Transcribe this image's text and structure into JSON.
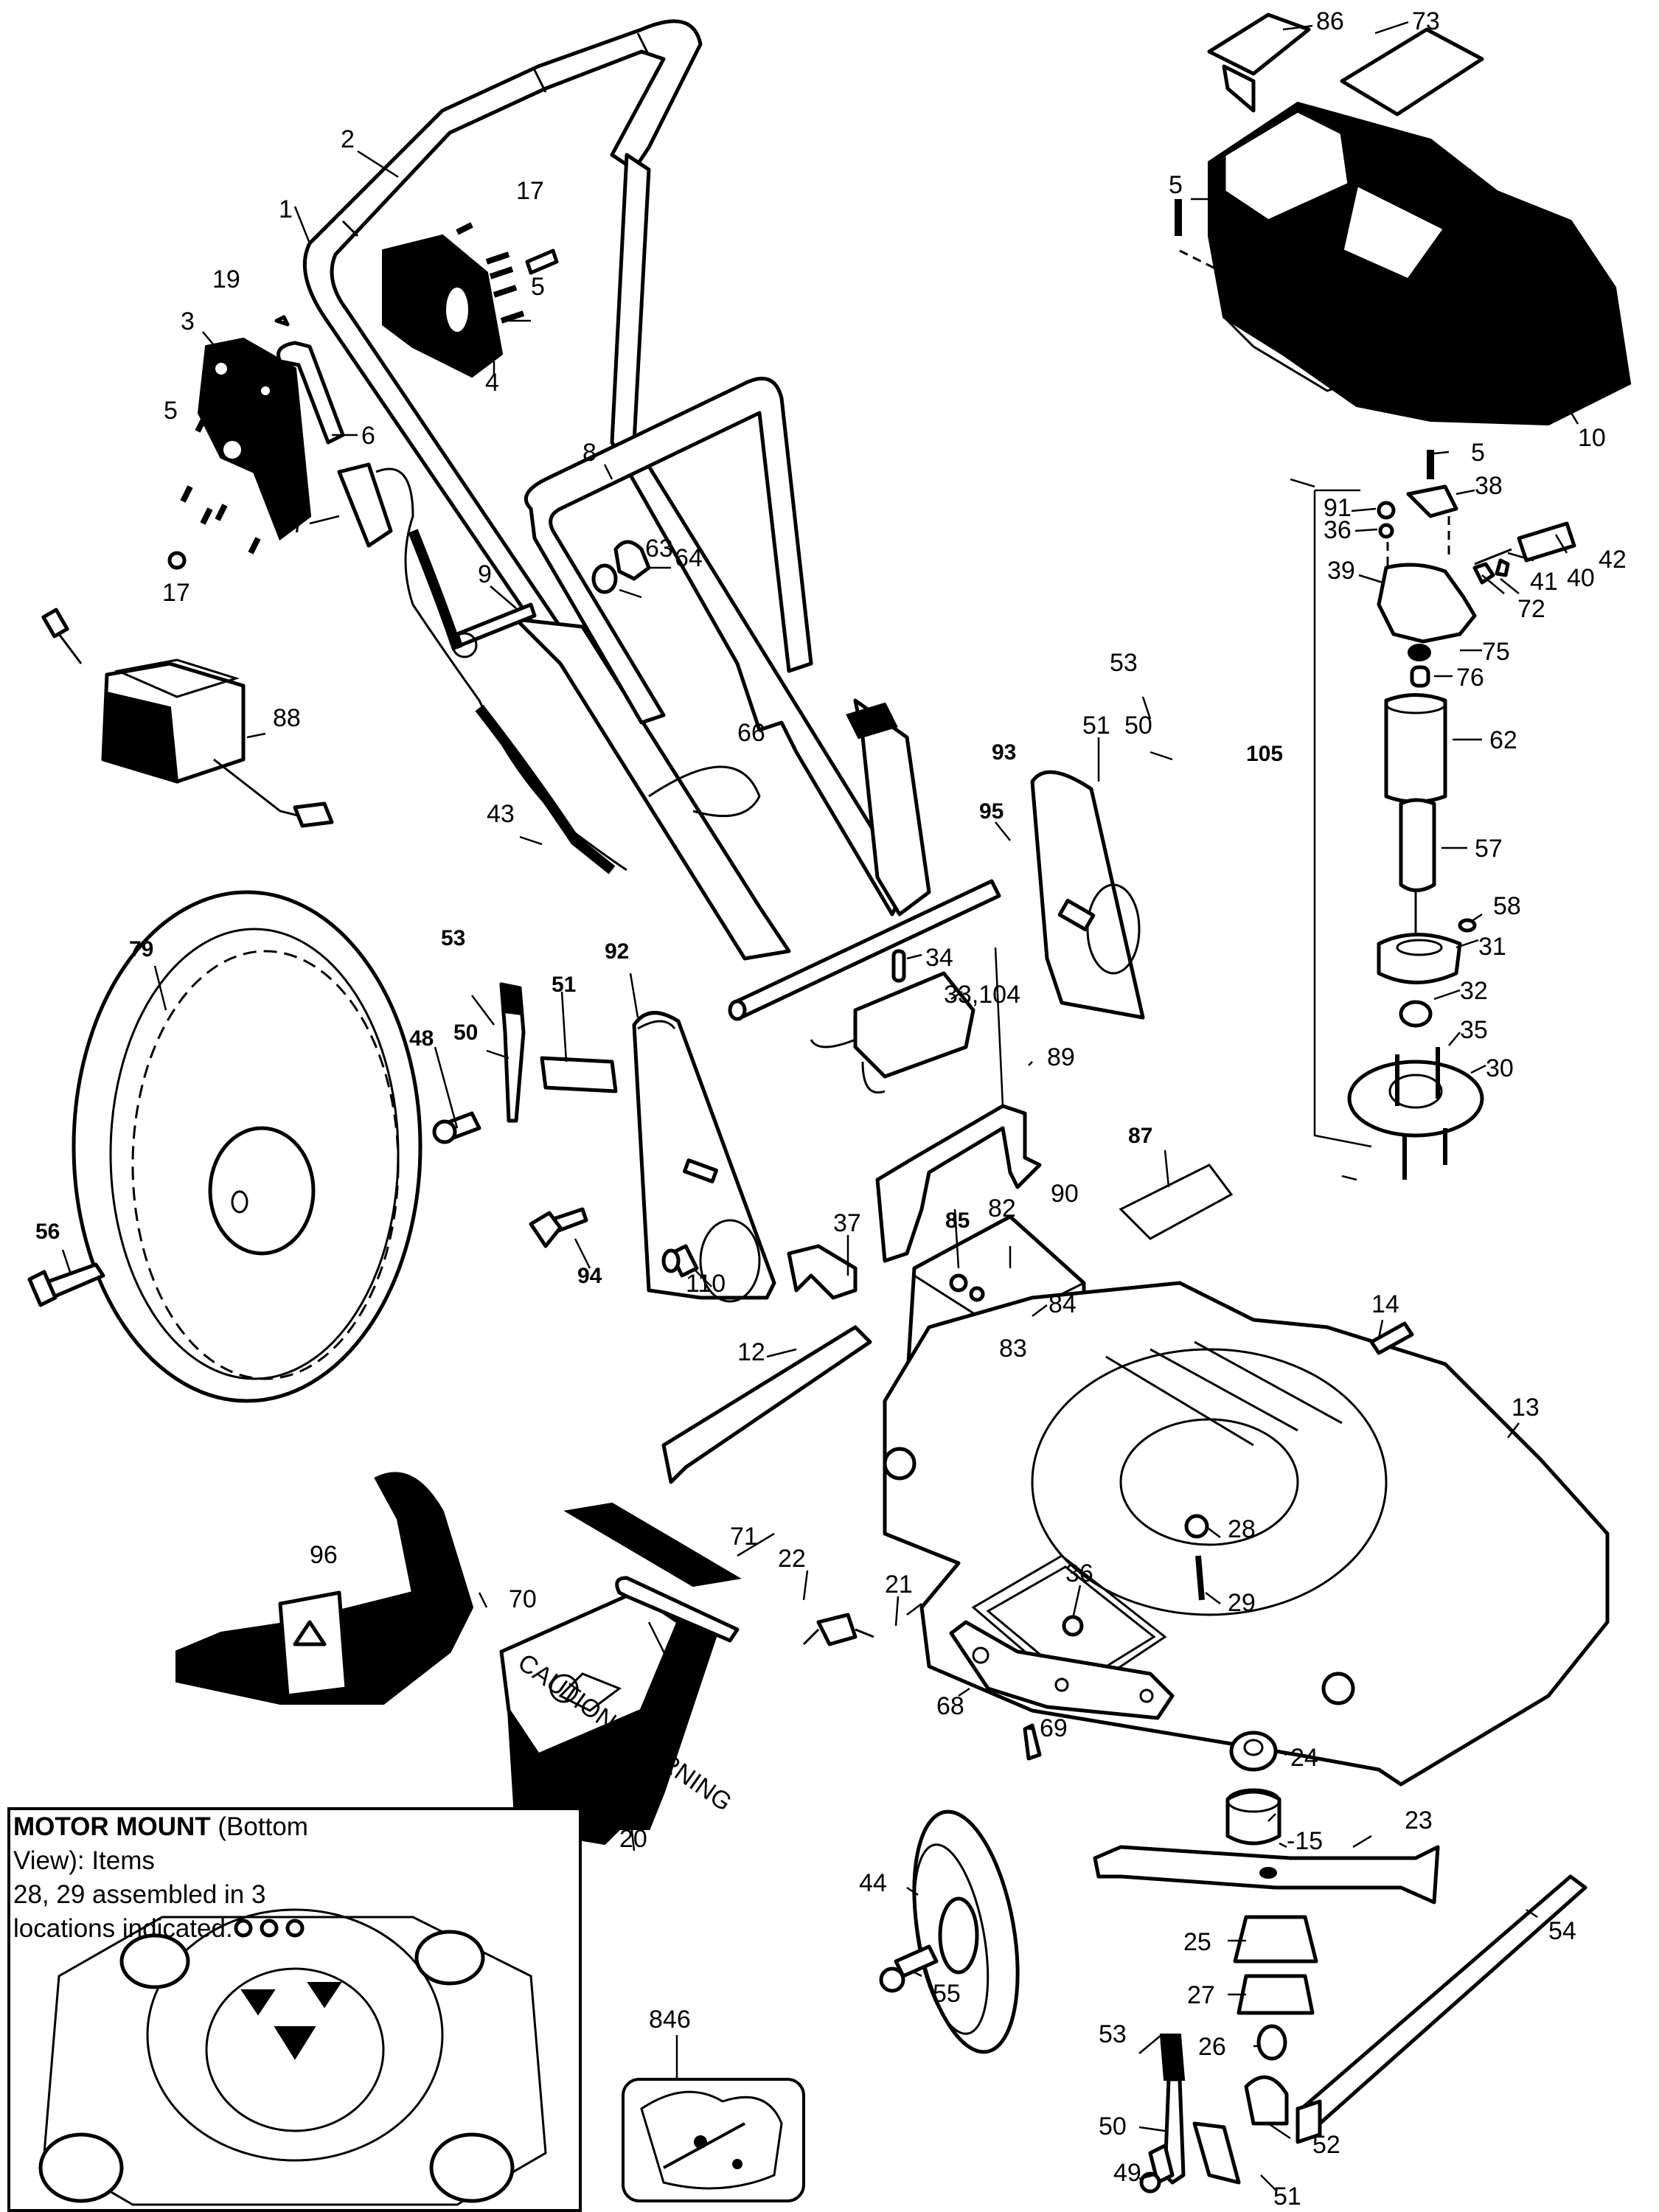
{
  "diagram": {
    "title": "Lawn mower exploded parts diagram",
    "note": {
      "heading": "MOTOR MOUNT",
      "subheading": "(Bottom View): Items",
      "body": "28, 29 assembled in 3 locations indicated."
    },
    "inset_label": "846",
    "motor_assembly_label": "105",
    "labels": {
      "p1": "1",
      "p2": "2",
      "p3": "3",
      "p4": "4",
      "p5a": "5",
      "p5b": "5",
      "p5c": "5",
      "p5d": "5",
      "p6": "6",
      "p7": "7",
      "p8": "8",
      "p9": "9",
      "p10": "10",
      "p12": "12",
      "p13": "13",
      "p14": "14",
      "p15": "-15",
      "p17a": "17",
      "p17b": "17",
      "p19": "19",
      "p20": "20",
      "p21": "21",
      "p22": "22",
      "p23": "23",
      "p24": "24",
      "p25": "25",
      "p26": "26",
      "p27": "27",
      "p28": "28",
      "p29": "29",
      "p30": "30",
      "p31": "31",
      "p32": "32",
      "p33": "33,104",
      "p34": "34",
      "p35": "35",
      "p36a": "36",
      "p36b": "36",
      "p37": "37",
      "p38": "38",
      "p39": "39",
      "p40": "40",
      "p41": "41",
      "p42": "42",
      "p43": "43",
      "p44": "44",
      "p48": "48",
      "p49": "49",
      "p50a": "50",
      "p50b": "50",
      "p50c": "50",
      "p51a": "51",
      "p51b": "51",
      "p51c": "51",
      "p52": "52",
      "p53a": "53",
      "p53b": "53",
      "p53c": "53",
      "p54": "54",
      "p55": "55",
      "p56": "56",
      "p57": "57",
      "p58": "58",
      "p62": "62",
      "p63": "63",
      "p64": "64",
      "p66": "66",
      "p68": "68",
      "p69": "69",
      "p70": "70",
      "p71": "71",
      "p72": "72",
      "p73": "73",
      "p75": "75",
      "p76": "76",
      "p79": "79",
      "p82": "82",
      "p83": "83",
      "p84": "84",
      "p85": "85",
      "p86": "86",
      "p87": "87",
      "p88": "88",
      "p89": "89",
      "p90": "90",
      "p91": "91",
      "p92": "92",
      "p93": "93",
      "p94": "94",
      "p95": "95",
      "p96": "96",
      "p110": "110"
    },
    "chute_text": "CAUTION / WARNING"
  }
}
